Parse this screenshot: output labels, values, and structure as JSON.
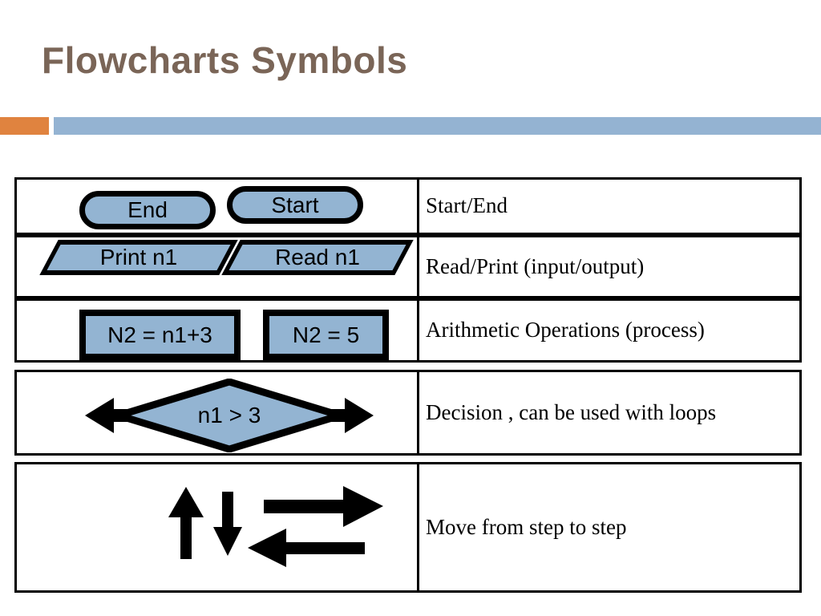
{
  "slide": {
    "title": "Flowcharts Symbols",
    "title_color": "#7a6557",
    "accent_orange": "#e0833f",
    "accent_blue": "#94b3d2",
    "shape_fill": "#93b4d2",
    "shape_stroke": "#000000"
  },
  "table": {
    "rows": [
      {
        "id": "start-end",
        "description": "Start/End",
        "shapes": [
          {
            "kind": "terminator",
            "label": "End"
          },
          {
            "kind": "terminator",
            "label": "Start"
          }
        ]
      },
      {
        "id": "read-print",
        "description": "Read/Print (input/output)",
        "shapes": [
          {
            "kind": "parallelogram",
            "label": "Print n1"
          },
          {
            "kind": "parallelogram",
            "label": "Read n1"
          }
        ]
      },
      {
        "id": "arithmetic",
        "description": "Arithmetic Operations (process)",
        "shapes": [
          {
            "kind": "rectangle",
            "label": "N2 = n1+3"
          },
          {
            "kind": "rectangle",
            "label": "N2 = 5"
          }
        ]
      },
      {
        "id": "decision",
        "description": "Decision , can be used with loops",
        "shapes": [
          {
            "kind": "diamond",
            "label": "n1 > 3"
          }
        ]
      },
      {
        "id": "flow-lines",
        "description": "Move from step to step",
        "shapes": [
          {
            "kind": "arrow-up",
            "label": ""
          },
          {
            "kind": "arrow-down",
            "label": ""
          },
          {
            "kind": "arrow-right",
            "label": ""
          },
          {
            "kind": "arrow-left",
            "label": ""
          }
        ]
      }
    ]
  }
}
